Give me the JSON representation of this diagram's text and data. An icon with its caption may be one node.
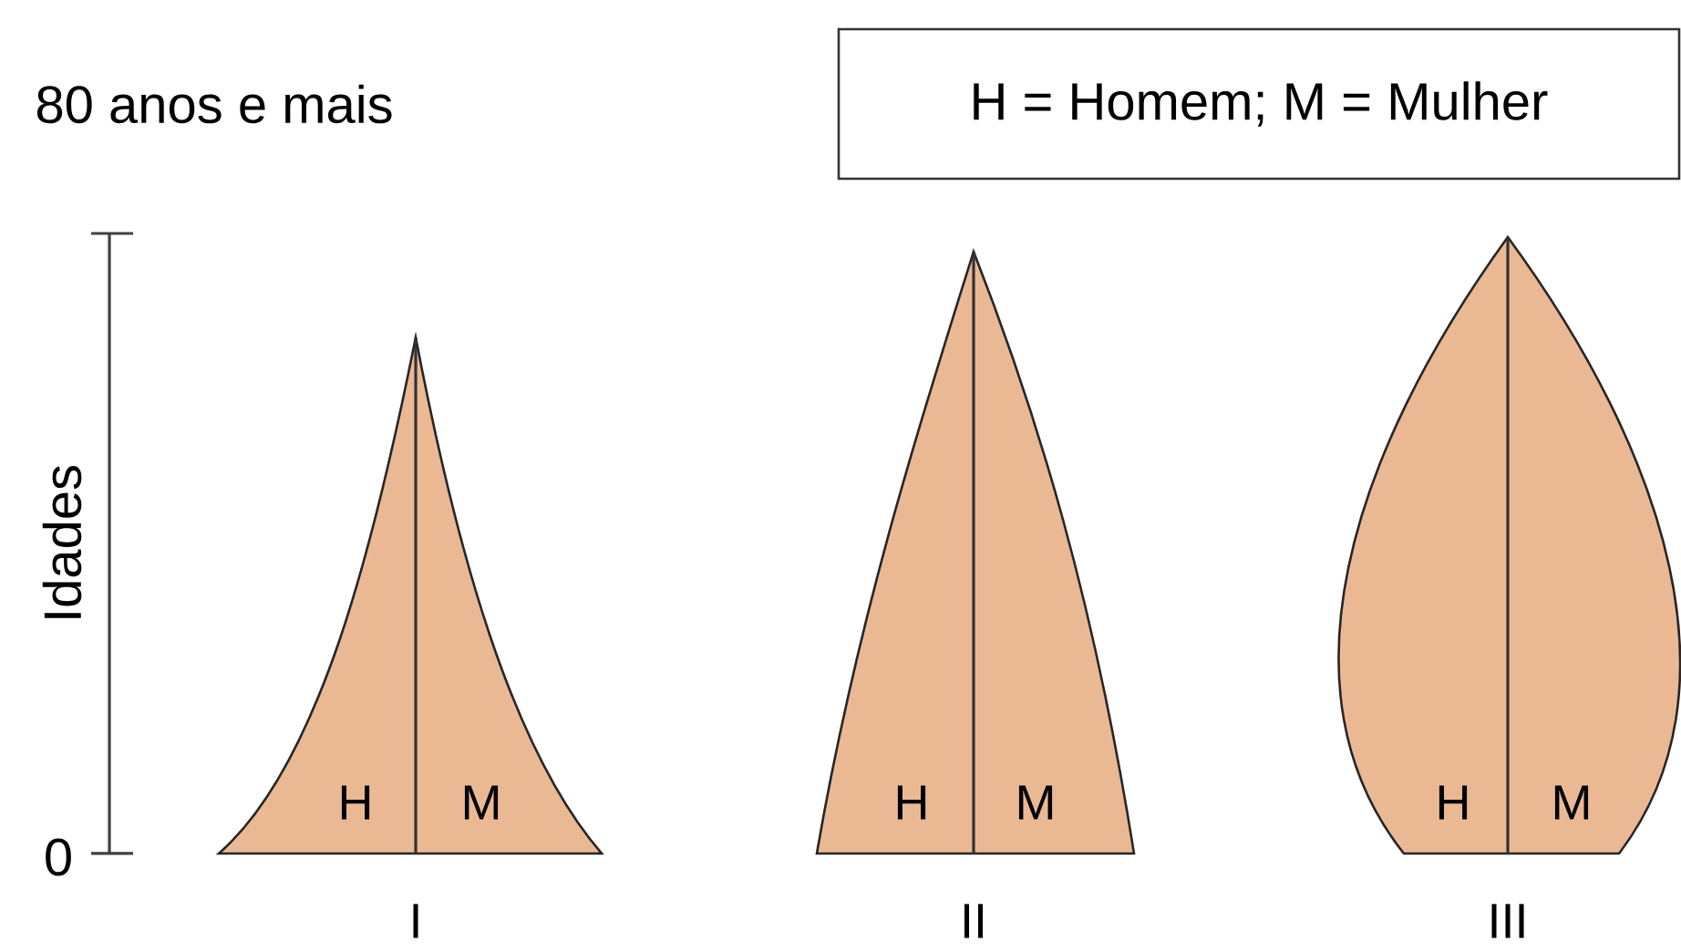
{
  "diagram": {
    "nodes": [
      {
        "text": [
          "H = Homem; M = Mulher"
        ]
      },
      {
        "text": [
          "H",
          "M"
        ],
        "beside": [
          "I"
        ]
      },
      {
        "text": [
          "H",
          "M"
        ],
        "beside": [
          "II"
        ]
      },
      {
        "text": [
          "H",
          "M"
        ],
        "beside": [
          "III"
        ]
      }
    ],
    "labels": [
      "80 anos e mais",
      "Idades",
      "0"
    ]
  }
}
